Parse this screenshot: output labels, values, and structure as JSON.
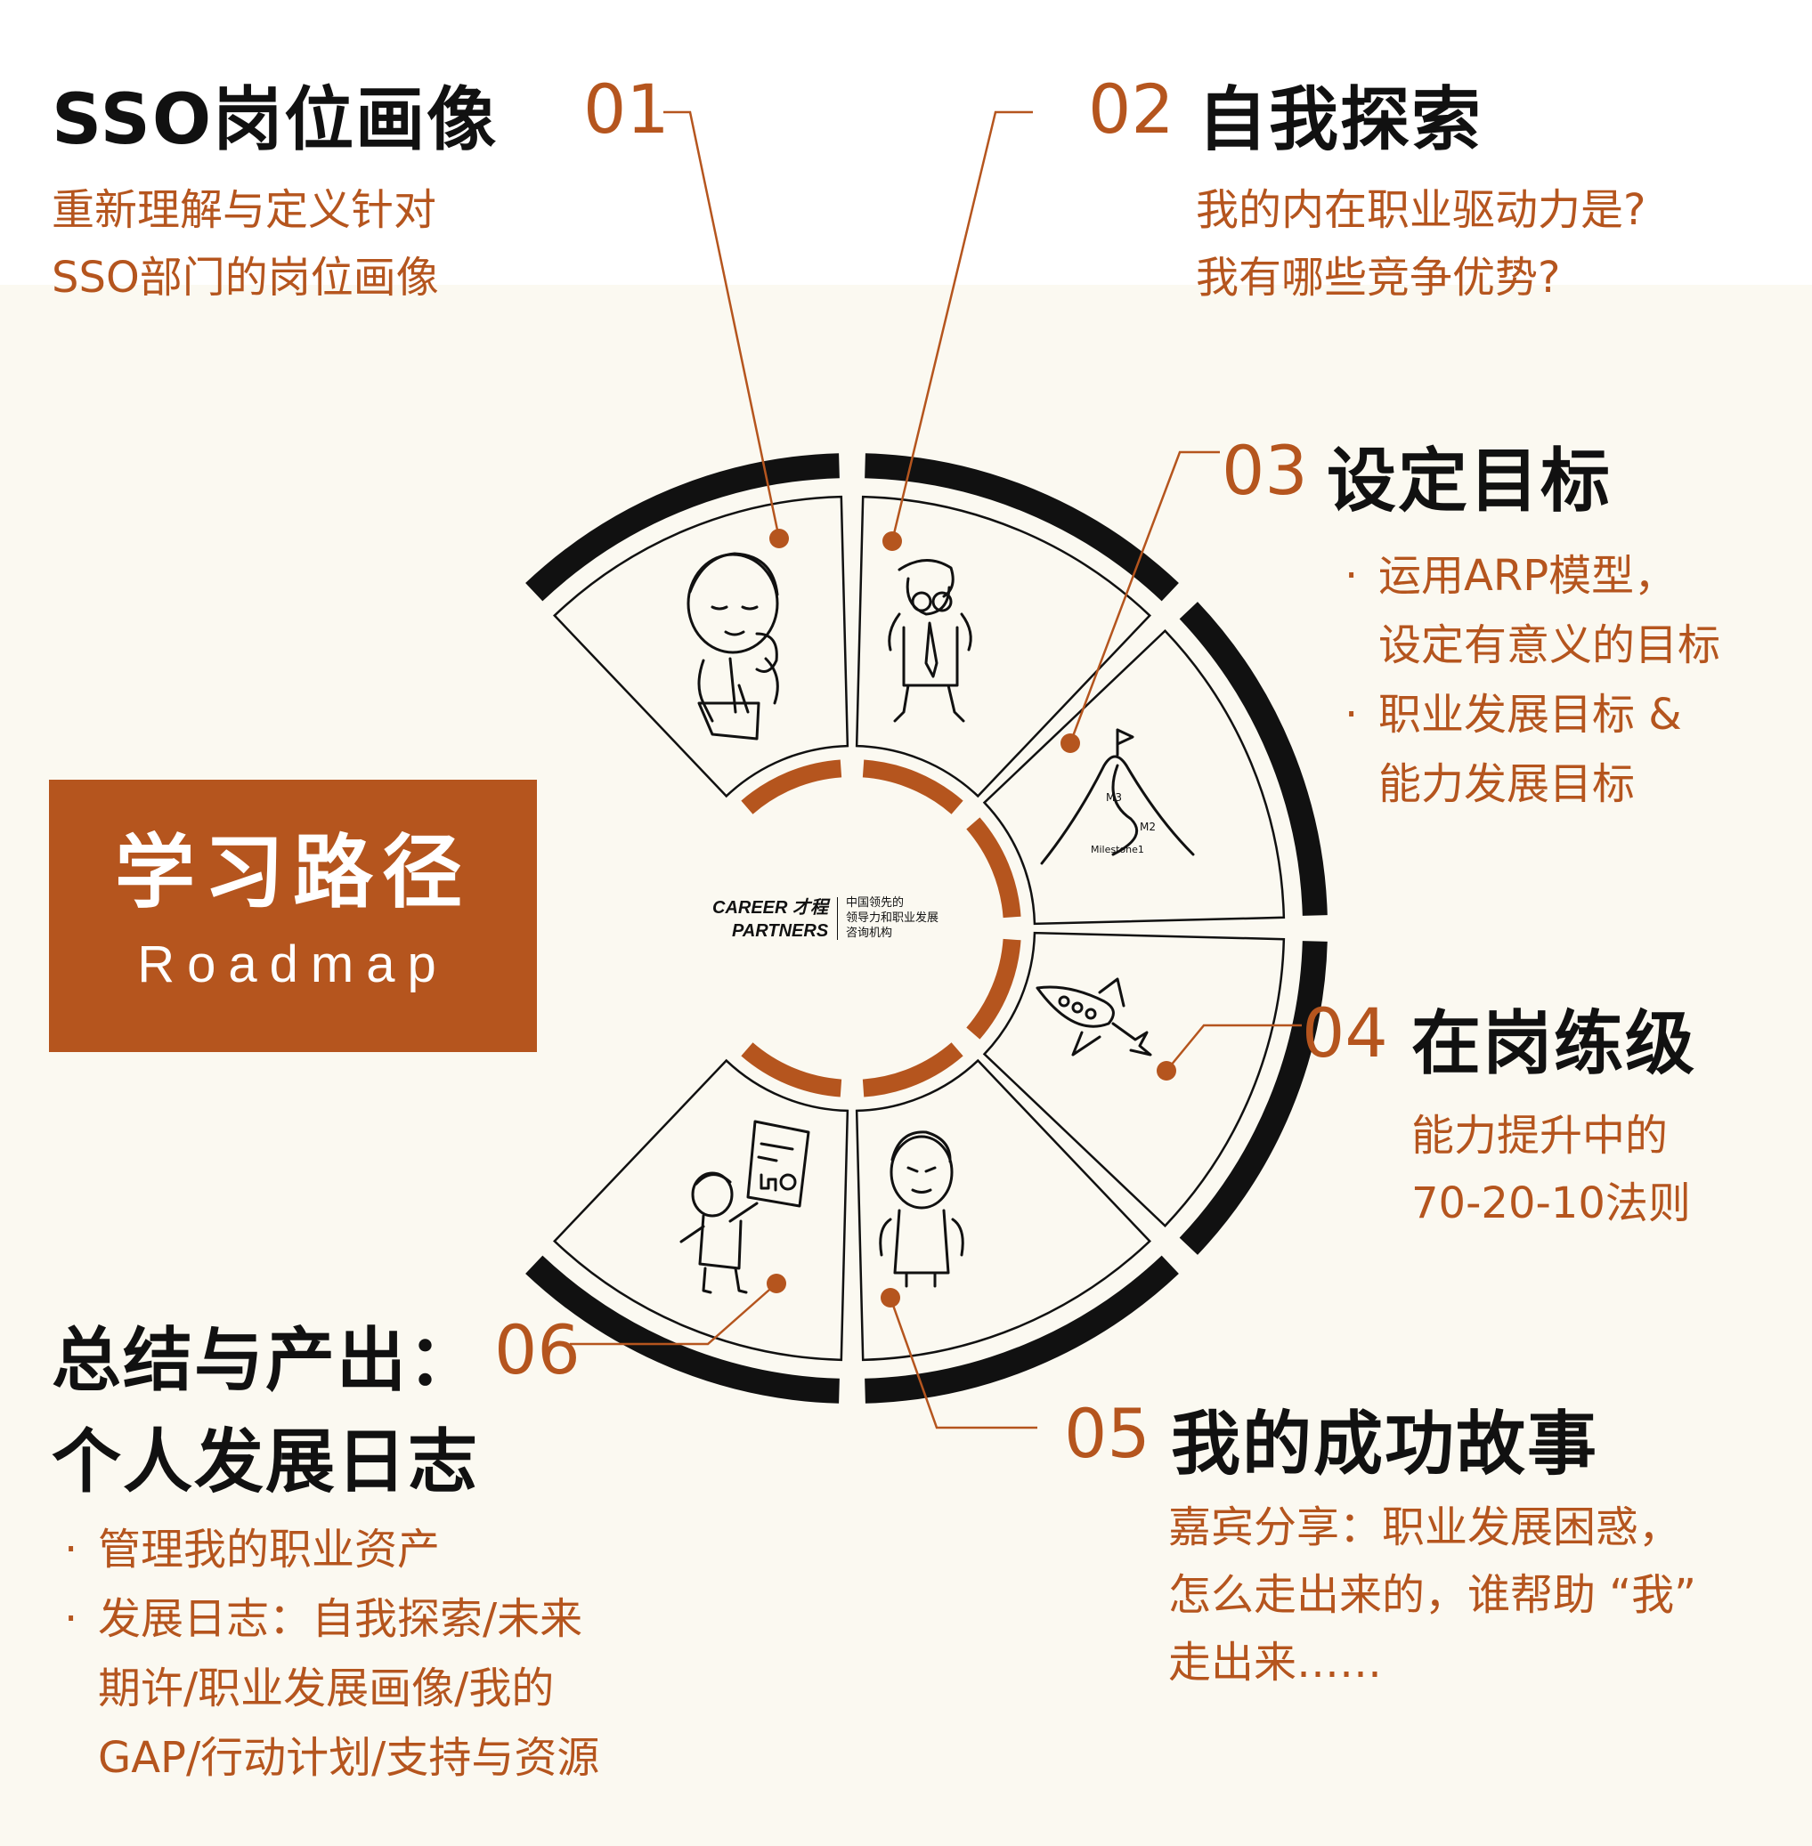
{
  "sections": [
    {
      "num": "01",
      "title": "SSO岗位画像",
      "desc": [
        "重新理解与定义针对",
        "SSO部门的岗位画像"
      ]
    },
    {
      "num": "02",
      "title": "自我探索",
      "desc": [
        "我的内在职业驱动力是?",
        "我有哪些竞争优势?"
      ]
    },
    {
      "num": "03",
      "title": "设定目标",
      "bullets": [
        {
          "bullet": "·",
          "lines": [
            "运用ARP模型，",
            "设定有意义的目标"
          ]
        },
        {
          "bullet": "·",
          "lines": [
            "职业发展目标 &",
            "能力发展目标"
          ]
        }
      ]
    },
    {
      "num": "04",
      "title": "在岗练级",
      "desc": [
        "能力提升中的",
        "70-20-10法则"
      ]
    },
    {
      "num": "05",
      "title": "我的成功故事",
      "desc": [
        "嘉宾分享：职业发展困惑，",
        "怎么走出来的，谁帮助 “我”",
        "走出来……"
      ]
    },
    {
      "num": "06",
      "title_line1": "总结与产出：",
      "title_line2": "个人发展日志",
      "bullets": [
        {
          "bullet": "·",
          "lines": [
            "管理我的职业资产"
          ]
        },
        {
          "bullet": "·",
          "lines": [
            "发展日志：自我探索/未来",
            "期许/职业发展画像/我的",
            "GAP/行动计划/支持与资源"
          ]
        }
      ]
    }
  ],
  "roadmap": {
    "title": "学习路径",
    "subtitle": "Roadmap"
  },
  "logo": {
    "en_line1": "CAREER 才程",
    "en_line2": "PARTNERS",
    "cn_line1": "中国领先的",
    "cn_line2": "领导力和职业发展",
    "cn_line3": "咨询机构"
  },
  "milestones": {
    "m3": "M3",
    "m2": "M2",
    "m1": "Milestone1"
  },
  "colors": {
    "accent": "#b5551e",
    "ink": "#111111",
    "cream": "#fbf9f1"
  }
}
